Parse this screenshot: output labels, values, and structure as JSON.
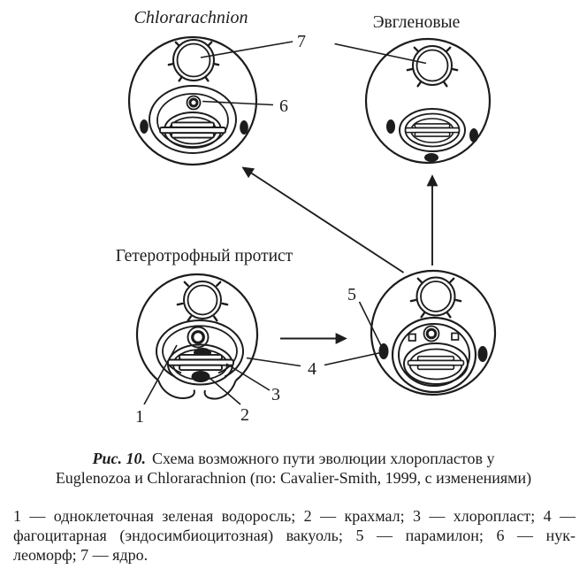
{
  "figure": {
    "title_chlorarachnion": "Chlorarachnion",
    "title_euglenids": "Эвгленовые",
    "title_heterotroph": "Гетеротрофный протист",
    "callouts": {
      "c1": "1",
      "c2": "2",
      "c3": "3",
      "c4": "4",
      "c5": "5",
      "c6": "6",
      "c7": "7"
    }
  },
  "caption": {
    "fig_label": "Рис. 10.",
    "line1": "Схема возможного пути эволюции хлоропластов у",
    "line2": "Euglenozoa и Chlorarachnion (по: Cavalier-Smith, 1999, с изменениями)"
  },
  "legend": {
    "lines": [
      "1 — одноклеточная зеленая водоросль; 2 — крахмал; 3 — хлоропласт; 4 —",
      "фагоцитарная (эндосимбиоцитозная) вакуоль; 5 — парамилон; 6 — нук-",
      "леоморф; 7 — ядро."
    ]
  }
}
